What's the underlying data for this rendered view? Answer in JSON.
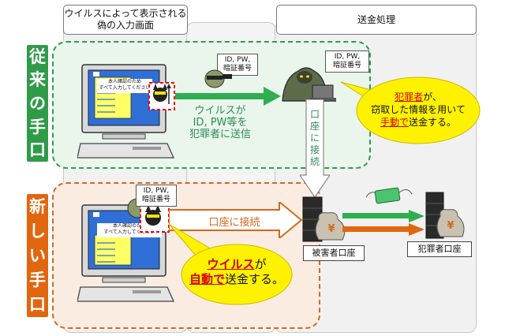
{
  "headers": {
    "fake_screen": "ウイルスによって表示される\n偽の入力画面",
    "transfer": "送金処理"
  },
  "labels": {
    "old_method": [
      "従",
      "来",
      "の",
      "手",
      "口"
    ],
    "new_method": [
      "新",
      "し",
      "い",
      "手",
      "口"
    ]
  },
  "screen": {
    "banner_top": "本人確認のため",
    "banner_bottom": "すべて入力してください",
    "banner_full_top": "本人確認のため",
    "banner_full_bottom": "すべて入力してください"
  },
  "tags": {
    "old_sent": "ID, PW,\n暗証番号",
    "criminal": "ID, PW,\n暗証番号",
    "new_virus": "ID, PW,\n暗証番号"
  },
  "flows": {
    "old_send": "ウイルスが\nID, PW等を\n犯罪者に送信",
    "connect_vertical": [
      "口",
      "座",
      "に",
      "接",
      "続"
    ],
    "connect_horizontal": "口座に接続"
  },
  "callouts": {
    "criminal": {
      "line1_pre": "",
      "line1_key": "犯罪者",
      "line1_post": "が、",
      "line2": "窃取した情報を用いて",
      "line3_key": "手動で",
      "line3_post": "送金する。"
    },
    "virus": {
      "line1_key": "ウイルス",
      "line1_post": "が",
      "line2_key": "自動で",
      "line2_post": "送金する。"
    }
  },
  "banks": {
    "victim": "被害者口座",
    "criminal": "犯罪者口座",
    "yen": "¥"
  },
  "colors": {
    "green": "#2f9b49",
    "orange": "#e2660e",
    "callout_yellow": "#fff200",
    "screen_blue": "#2f6fd6"
  }
}
